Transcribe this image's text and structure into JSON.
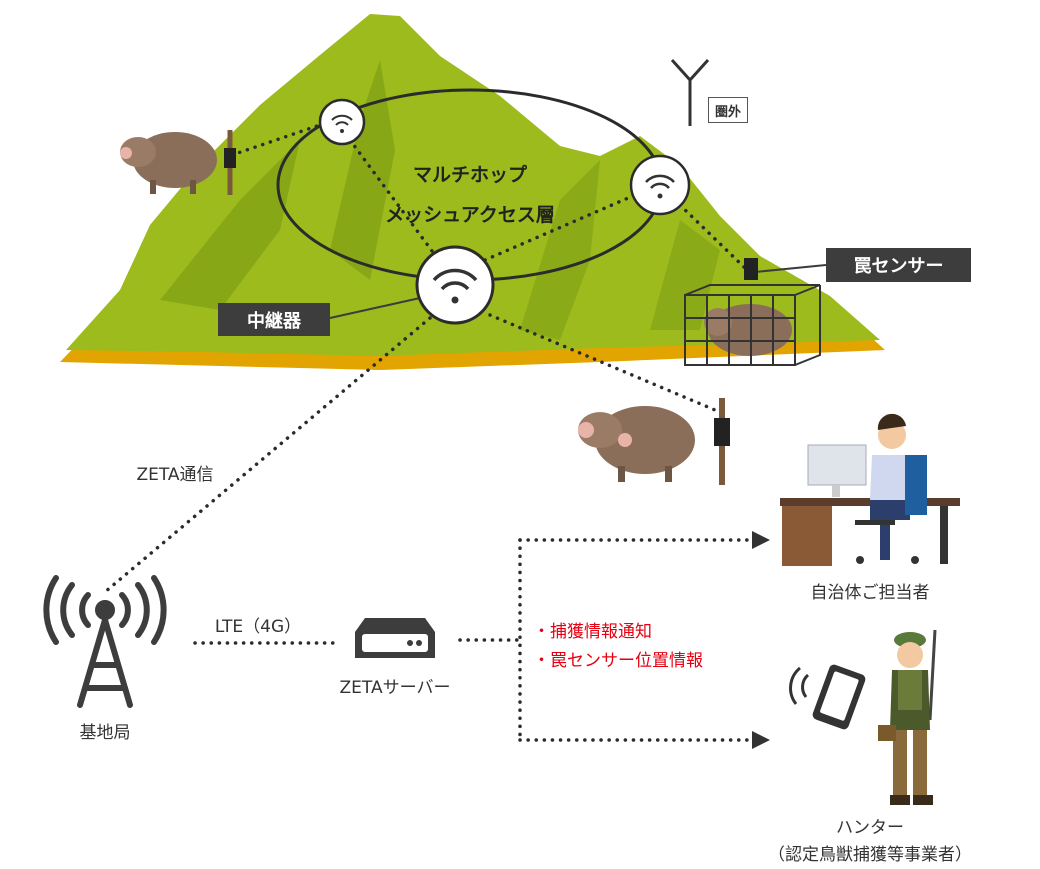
{
  "mesh_layer": {
    "line1": "マルチホップ",
    "line2": "メッシュアクセス層"
  },
  "labels": {
    "repeater": "中継器",
    "trap_sensor": "罠センサー",
    "out_of_range": "圏外",
    "zeta_comm": "ZETA通信",
    "base_station": "基地局",
    "lte": "LTE（4G）",
    "zeta_server": "ZETAサーバー",
    "municipal_staff": "自治体ご担当者",
    "hunter": "ハンター",
    "hunter_sub": "（認定鳥獣捕獲等事業者）"
  },
  "notifications": [
    "・捕獲情報通知",
    "・罠センサー位置情報"
  ],
  "colors": {
    "mountain": "#9dbb1c",
    "mountain_dark": "#7a9a12",
    "ground": "#e2a400",
    "label_bg": "#3d3d3d",
    "alert": "#e60012"
  }
}
